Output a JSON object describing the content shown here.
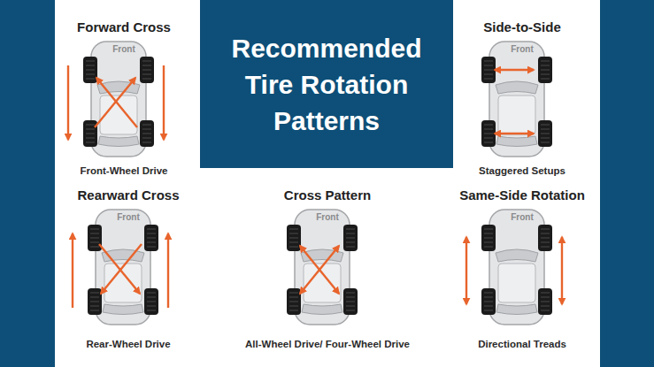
{
  "diagram": {
    "title": "Recommended Tire Rotation Patterns",
    "nodes": [
      {
        "text": [
          "Forward Cross",
          "Front-Wheel Drive"
        ]
      },
      {
        "text": [
          "Side-to-Side",
          "Staggered Setups"
        ]
      },
      {
        "text": [
          "Rearward Cross",
          "Rear-Wheel Drive"
        ]
      },
      {
        "text": [
          "Cross Pattern",
          "All-Wheel Drive/ Four-Wheel Drive"
        ]
      },
      {
        "text": [
          "Same-Side Rotation",
          "Directional Treads"
        ]
      }
    ],
    "labels": [
      "Front",
      "Front",
      "Front",
      "Front",
      "Front"
    ]
  }
}
